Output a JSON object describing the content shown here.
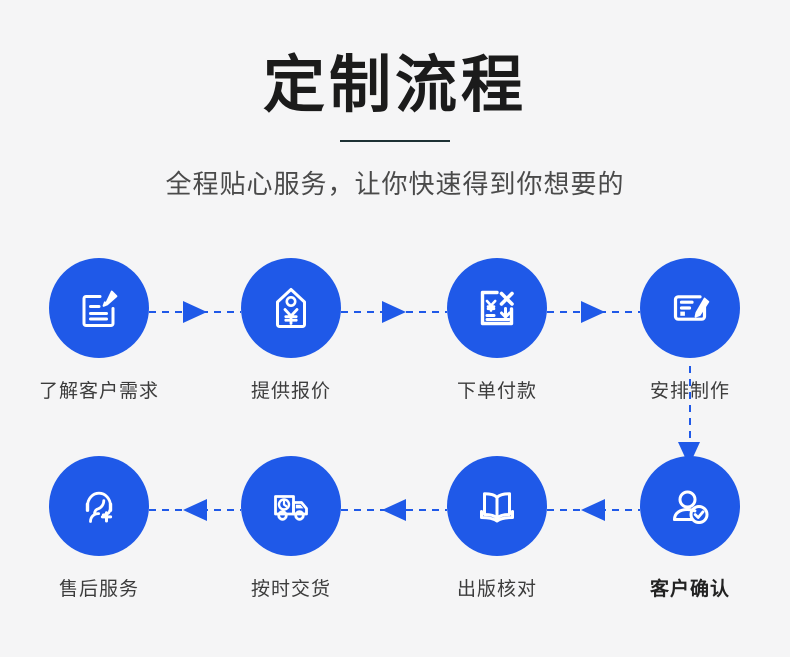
{
  "header": {
    "title": "定制流程",
    "subtitle": "全程贴心服务，让你快速得到你想要的"
  },
  "colors": {
    "background": "#f5f5f6",
    "accent_blue": "#1f59e8",
    "title_text": "#1b1b1b",
    "subtitle_text": "#4a4a4a",
    "label_text": "#3c3c3c",
    "divider": "#1d3134"
  },
  "flow": {
    "rows": [
      {
        "direction": "left-to-right",
        "steps": [
          {
            "label": "了解客户需求",
            "icon": "document-pencil-icon"
          },
          {
            "label": "提供报价",
            "icon": "price-tag-yuan-icon"
          },
          {
            "label": "下单付款",
            "icon": "order-payment-icon"
          },
          {
            "label": "安排制作",
            "icon": "form-pencil-icon"
          }
        ]
      },
      {
        "direction": "right-to-left",
        "steps": [
          {
            "label": "售后服务",
            "icon": "headset-person-plus-icon"
          },
          {
            "label": "按时交货",
            "icon": "delivery-truck-clock-icon"
          },
          {
            "label": "出版核对",
            "icon": "open-book-icon"
          },
          {
            "label": "客户确认",
            "icon": "person-check-icon"
          }
        ]
      }
    ]
  }
}
